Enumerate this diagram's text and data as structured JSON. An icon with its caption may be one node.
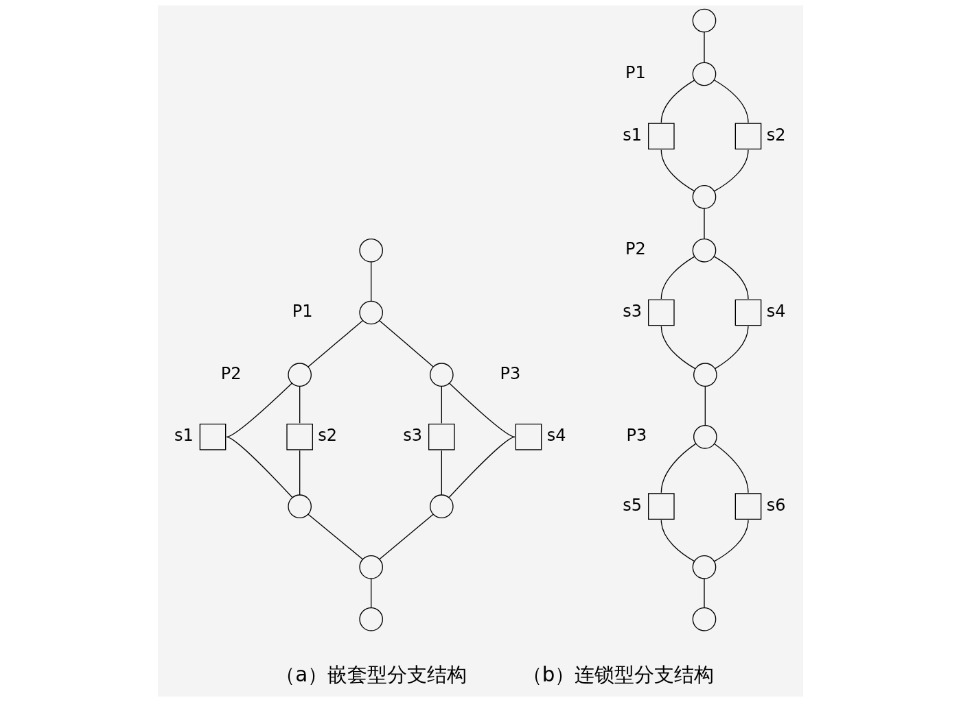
{
  "diagram": {
    "nodes": [
      {
        "text": [],
        "shape": "circle"
      },
      {
        "text": [],
        "shape": "circle",
        "beside": [
          "P1"
        ]
      },
      {
        "text": [],
        "shape": "circle",
        "beside": [
          "P2"
        ]
      },
      {
        "text": [],
        "shape": "circle",
        "beside": [
          "P3"
        ]
      },
      {
        "text": [],
        "shape": "box",
        "beside": [
          "s1"
        ]
      },
      {
        "text": [],
        "shape": "box",
        "beside": [
          "s2"
        ]
      },
      {
        "text": [],
        "shape": "box",
        "beside": [
          "s3"
        ]
      },
      {
        "text": [],
        "shape": "box",
        "beside": [
          "s4"
        ]
      },
      {
        "text": [],
        "shape": "circle"
      },
      {
        "text": [],
        "shape": "circle"
      },
      {
        "text": [],
        "shape": "circle"
      },
      {
        "text": [],
        "shape": "circle"
      },
      {
        "text": [],
        "shape": "circle"
      },
      {
        "text": [],
        "shape": "circle",
        "beside": [
          "P1"
        ]
      },
      {
        "text": [],
        "shape": "box",
        "beside": [
          "s1"
        ]
      },
      {
        "text": [],
        "shape": "box",
        "beside": [
          "s2"
        ]
      },
      {
        "text": [],
        "shape": "circle"
      },
      {
        "text": [],
        "shape": "circle",
        "beside": [
          "P2"
        ]
      },
      {
        "text": [],
        "shape": "box",
        "beside": [
          "s3"
        ]
      },
      {
        "text": [],
        "shape": "box",
        "beside": [
          "s4"
        ]
      },
      {
        "text": [],
        "shape": "circle"
      },
      {
        "text": [],
        "shape": "circle",
        "beside": [
          "P3"
        ]
      },
      {
        "text": [],
        "shape": "box",
        "beside": [
          "s5"
        ]
      },
      {
        "text": [],
        "shape": "box",
        "beside": [
          "s6"
        ]
      },
      {
        "text": [],
        "shape": "circle"
      },
      {
        "text": [],
        "shape": "circle"
      }
    ],
    "edges": [
      {
        "from": 0,
        "to": 1,
        "arrow": "none"
      },
      {
        "from": 1,
        "to": 2,
        "arrow": "none"
      },
      {
        "from": 1,
        "to": 3,
        "arrow": "none"
      },
      {
        "from": 2,
        "to": 4,
        "arrow": "none"
      },
      {
        "from": 2,
        "to": 5,
        "arrow": "none"
      },
      {
        "from": 3,
        "to": 6,
        "arrow": "none"
      },
      {
        "from": 3,
        "to": 7,
        "arrow": "none"
      },
      {
        "from": 4,
        "to": 8,
        "arrow": "none"
      },
      {
        "from": 5,
        "to": 8,
        "arrow": "none"
      },
      {
        "from": 6,
        "to": 9,
        "arrow": "none"
      },
      {
        "from": 7,
        "to": 9,
        "arrow": "none"
      },
      {
        "from": 8,
        "to": 10,
        "arrow": "none"
      },
      {
        "from": 9,
        "to": 10,
        "arrow": "none"
      },
      {
        "from": 10,
        "to": 11,
        "arrow": "none"
      },
      {
        "from": 12,
        "to": 13,
        "arrow": "none"
      },
      {
        "from": 13,
        "to": 14,
        "arrow": "none"
      },
      {
        "from": 13,
        "to": 15,
        "arrow": "none"
      },
      {
        "from": 14,
        "to": 16,
        "arrow": "none"
      },
      {
        "from": 15,
        "to": 16,
        "arrow": "none"
      },
      {
        "from": 16,
        "to": 17,
        "arrow": "none"
      },
      {
        "from": 17,
        "to": 18,
        "arrow": "none"
      },
      {
        "from": 17,
        "to": 19,
        "arrow": "none"
      },
      {
        "from": 18,
        "to": 20,
        "arrow": "none"
      },
      {
        "from": 19,
        "to": 20,
        "arrow": "none"
      },
      {
        "from": 20,
        "to": 21,
        "arrow": "none"
      },
      {
        "from": 21,
        "to": 22,
        "arrow": "none"
      },
      {
        "from": 21,
        "to": 23,
        "arrow": "none"
      },
      {
        "from": 22,
        "to": 24,
        "arrow": "none"
      },
      {
        "from": 23,
        "to": 24,
        "arrow": "none"
      },
      {
        "from": 24,
        "to": 25,
        "arrow": "none"
      }
    ],
    "labels": [
      "（a）嵌套型分支结构",
      "（b）连锁型分支结构"
    ]
  }
}
